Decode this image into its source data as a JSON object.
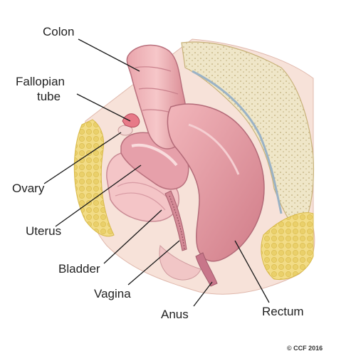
{
  "labels": {
    "colon": "Colon",
    "fallopian_1": "Fallopian",
    "fallopian_2": "tube",
    "ovary": "Ovary",
    "uterus": "Uterus",
    "bladder": "Bladder",
    "vagina": "Vagina",
    "anus": "Anus",
    "rectum": "Rectum"
  },
  "copyright": "© CCF 2016"
}
